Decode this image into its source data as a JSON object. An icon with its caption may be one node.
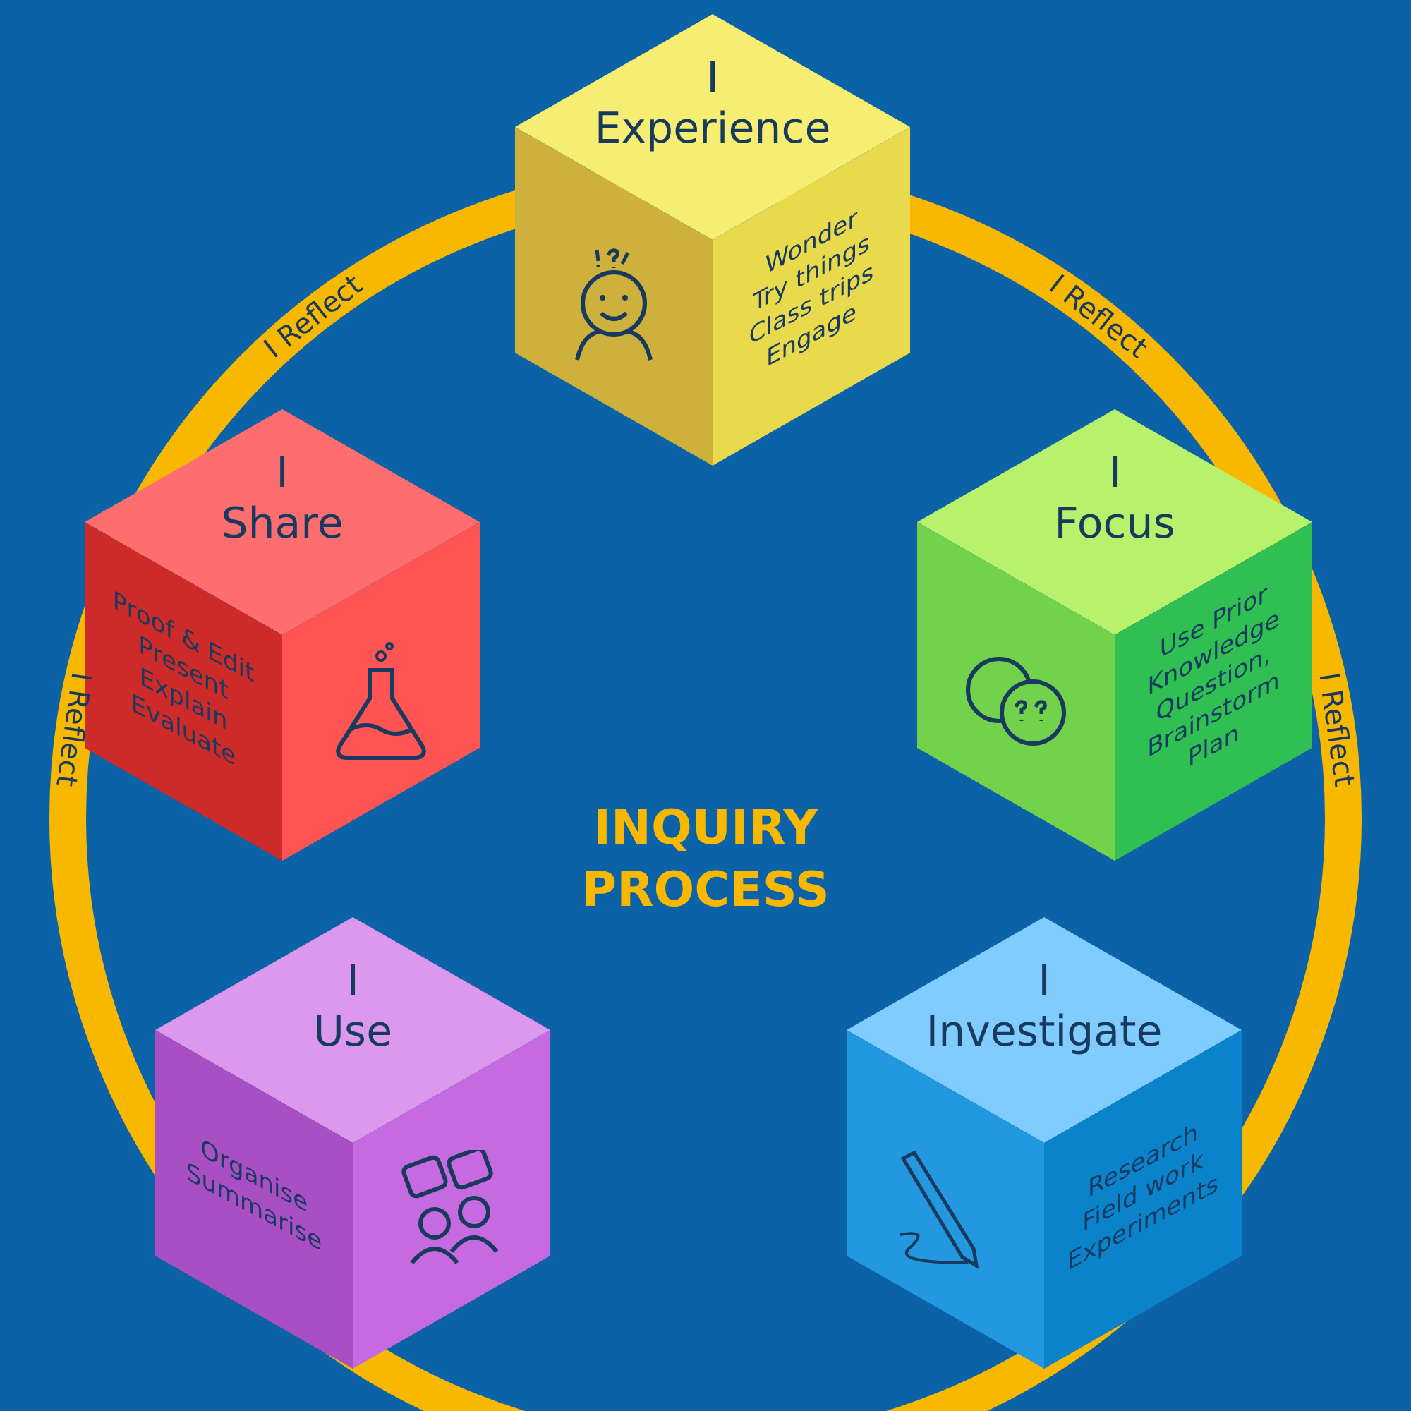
{
  "diagram": {
    "title": "INQUIRY PROCESS",
    "nodes": [
      {
        "text": [
          "I Experience",
          "Wonder",
          "Try things",
          "Class trips",
          "Engage"
        ]
      },
      {
        "text": [
          "I Share",
          "Proof & Edit",
          "Present",
          "Explain",
          "Evaluate"
        ]
      },
      {
        "text": [
          "I Focus",
          "Use Prior Knowledge",
          "Question,",
          "Brainstorm",
          "Plan"
        ]
      },
      {
        "text": [
          "I Use",
          "Organise",
          "Summarise"
        ]
      },
      {
        "text": [
          "I Investigate",
          "Research",
          "Field work",
          "Experiments"
        ]
      }
    ],
    "labels": [
      "I Reflect",
      "I Reflect",
      "I Reflect",
      "I Reflect"
    ]
  }
}
